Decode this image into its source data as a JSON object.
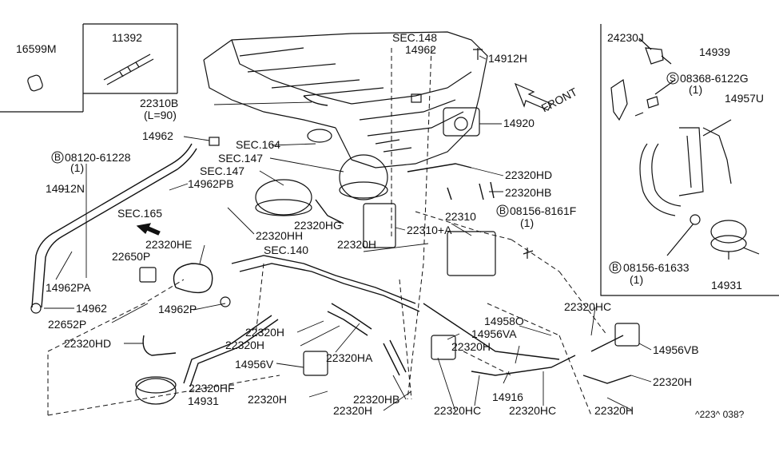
{
  "labels": {
    "p16599M": "16599M",
    "p11392": "11392",
    "p22310B": "22310B",
    "p22310B_len": "(L=90)",
    "sec148": "SEC.148",
    "p14962_top": "14962",
    "p14912H": "14912H",
    "front": "FRONT",
    "p14920": "14920",
    "sec164": "SEC.164",
    "p14962_left": "14962",
    "bolt_08120": "08120-61228",
    "bolt_08120_qty": "(1)",
    "sec147_a": "SEC.147",
    "sec147_b": "SEC.147",
    "p14912N": "14912N",
    "p14962PB": "14962PB",
    "p22320HD_right": "22320HD",
    "p22320HB_right": "22320HB",
    "sec165": "SEC.165",
    "p22320HG": "22320HG",
    "p22310": "22310",
    "bolt_08156_8161F": "08156-8161F",
    "bolt_08156_8161F_qty": "(1)",
    "p22310A": "22310+A",
    "p22320HH": "22320HH",
    "p22320HE": "22320HE",
    "p22320H_mid": "22320H",
    "sec140": "SEC.140",
    "p22650P": "22650P",
    "p14962PA": "14962PA",
    "p14962_bl": "14962",
    "p22652P": "22652P",
    "p14962P": "14962P",
    "p22320HD_left": "22320HD",
    "p22320H_a": "22320H",
    "p22320H_b": "22320H",
    "p14956V": "14956V",
    "p22320HA": "22320HA",
    "p22320HF": "22320HF",
    "p14931_bottom": "14931",
    "p22320H_c": "22320H",
    "p22320HB_bottom": "22320HB",
    "p22320H_d": "22320H",
    "p14956VA": "14956VA",
    "p14958O": "14958O",
    "p22320H_e": "22320H",
    "p14916": "14916",
    "p22320HC_a": "22320HC",
    "p22320HC_b": "22320HC",
    "p22320HC_c": "22320HC",
    "p14956VB": "14956VB",
    "p22320H_f": "22320H",
    "p22320H_g": "22320H",
    "inset_24230J": "24230J",
    "inset_14939": "14939",
    "inset_08368": "08368-6122G",
    "inset_08368_qty": "(1)",
    "inset_14957U": "14957U",
    "inset_08156_61633": "08156-61633",
    "inset_08156_qty": "(1)",
    "inset_14931": "14931",
    "diagram_code": "^223^ 038?"
  },
  "callout_letters": {
    "bolt_B": "B",
    "screw_S": "S"
  },
  "colors": {
    "line": "#111111",
    "background": "#ffffff"
  }
}
